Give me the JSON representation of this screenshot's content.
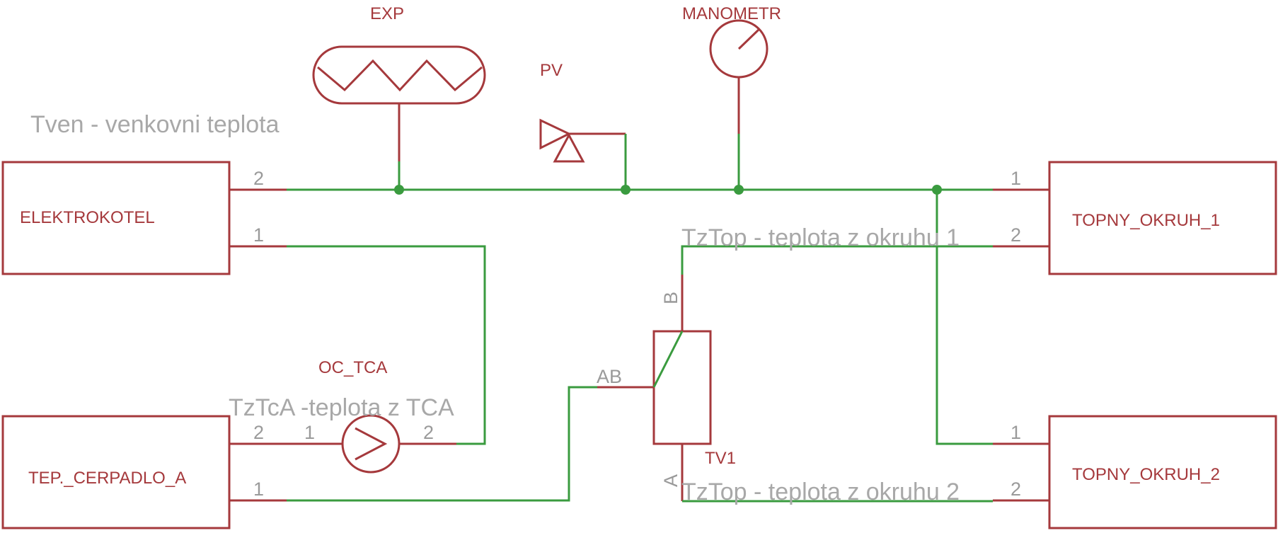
{
  "components": {
    "elektrokotel": "ELEKTROKOTEL",
    "tep_cerpadlo": "TEP._CERPADLO_A",
    "okruh1": "TOPNY_OKRUH_1",
    "okruh2": "TOPNY_OKRUH_2",
    "exp": "EXP",
    "pv": "PV",
    "manometr": "MANOMETR",
    "oc_tca": "OC_TCA",
    "tv1": "TV1"
  },
  "pins": {
    "kotel_2": "2",
    "kotel_1": "1",
    "cerpadlo_2": "2",
    "cerpadlo_1": "1",
    "oc_1": "1",
    "oc_2": "2",
    "okruh1_1": "1",
    "okruh1_2": "2",
    "okruh2_1": "1",
    "okruh2_2": "2",
    "valve_ab": "AB",
    "valve_b": "B",
    "valve_a": "A"
  },
  "notes": {
    "tven": "Tven - venkovni teplota",
    "tztca": "TzTcA -teplota z TCA",
    "tztop1": "TzTop - teplota z okruhu 1",
    "tztop2": "TzTop - teplota z okruhu 2"
  },
  "colors": {
    "component": "#a5393c",
    "wire": "#3a9b3f",
    "pin_label": "#9a9a9a",
    "note": "#a8a8a8"
  }
}
